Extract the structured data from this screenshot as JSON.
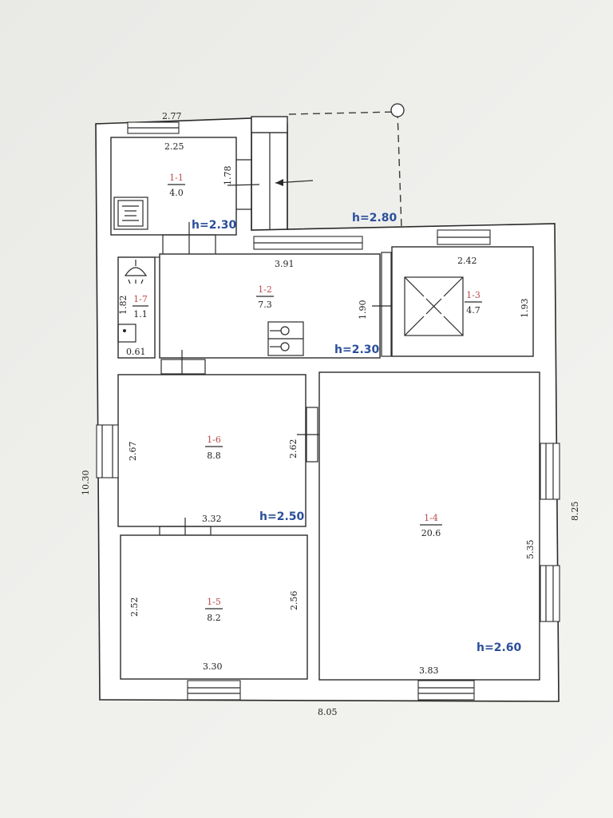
{
  "colors": {
    "paper": "#ededea",
    "line": "#2a2a2a",
    "height_label": "#2b4f9a",
    "room_number": "#b84a4a"
  },
  "dimensions": {
    "top_left_outer_width": "2.77",
    "room_1_1_width": "2.25",
    "room_1_1_depth": "1.78",
    "room_1_2_width": "3.91",
    "room_1_2_depth": "1.90",
    "room_1_3_width": "2.42",
    "room_1_3_depth": "1.93",
    "room_1_7_depth": "1.82",
    "room_1_7_width": "0.61",
    "room_1_6_depth": "2.67",
    "room_1_6_right_depth": "2.62",
    "room_1_6_width": "3.32",
    "room_1_5_depth": "2.52",
    "room_1_5_right_depth": "2.56",
    "room_1_5_width": "3.30",
    "room_1_4_depth": "5.35",
    "room_1_4_width": "3.83",
    "overall_height": "10.30",
    "overall_right_height": "8.25",
    "overall_width": "8.05"
  },
  "rooms": {
    "r1_1": {
      "number": "1-1",
      "area": "4.0"
    },
    "r1_2": {
      "number": "1-2",
      "area": "7.3"
    },
    "r1_3": {
      "number": "1-3",
      "area": "4.7"
    },
    "r1_4": {
      "number": "1-4",
      "area": "20.6"
    },
    "r1_5": {
      "number": "1-5",
      "area": "8.2"
    },
    "r1_6": {
      "number": "1-6",
      "area": "8.8"
    },
    "r1_7": {
      "number": "1-7",
      "area": "1.1"
    }
  },
  "heights": {
    "h_vestibule": "h=2.30",
    "h_porch": "h=2.80",
    "h_kitchen": "h=2.30",
    "h_room_1_6": "h=2.50",
    "h_room_1_4": "h=2.60"
  }
}
